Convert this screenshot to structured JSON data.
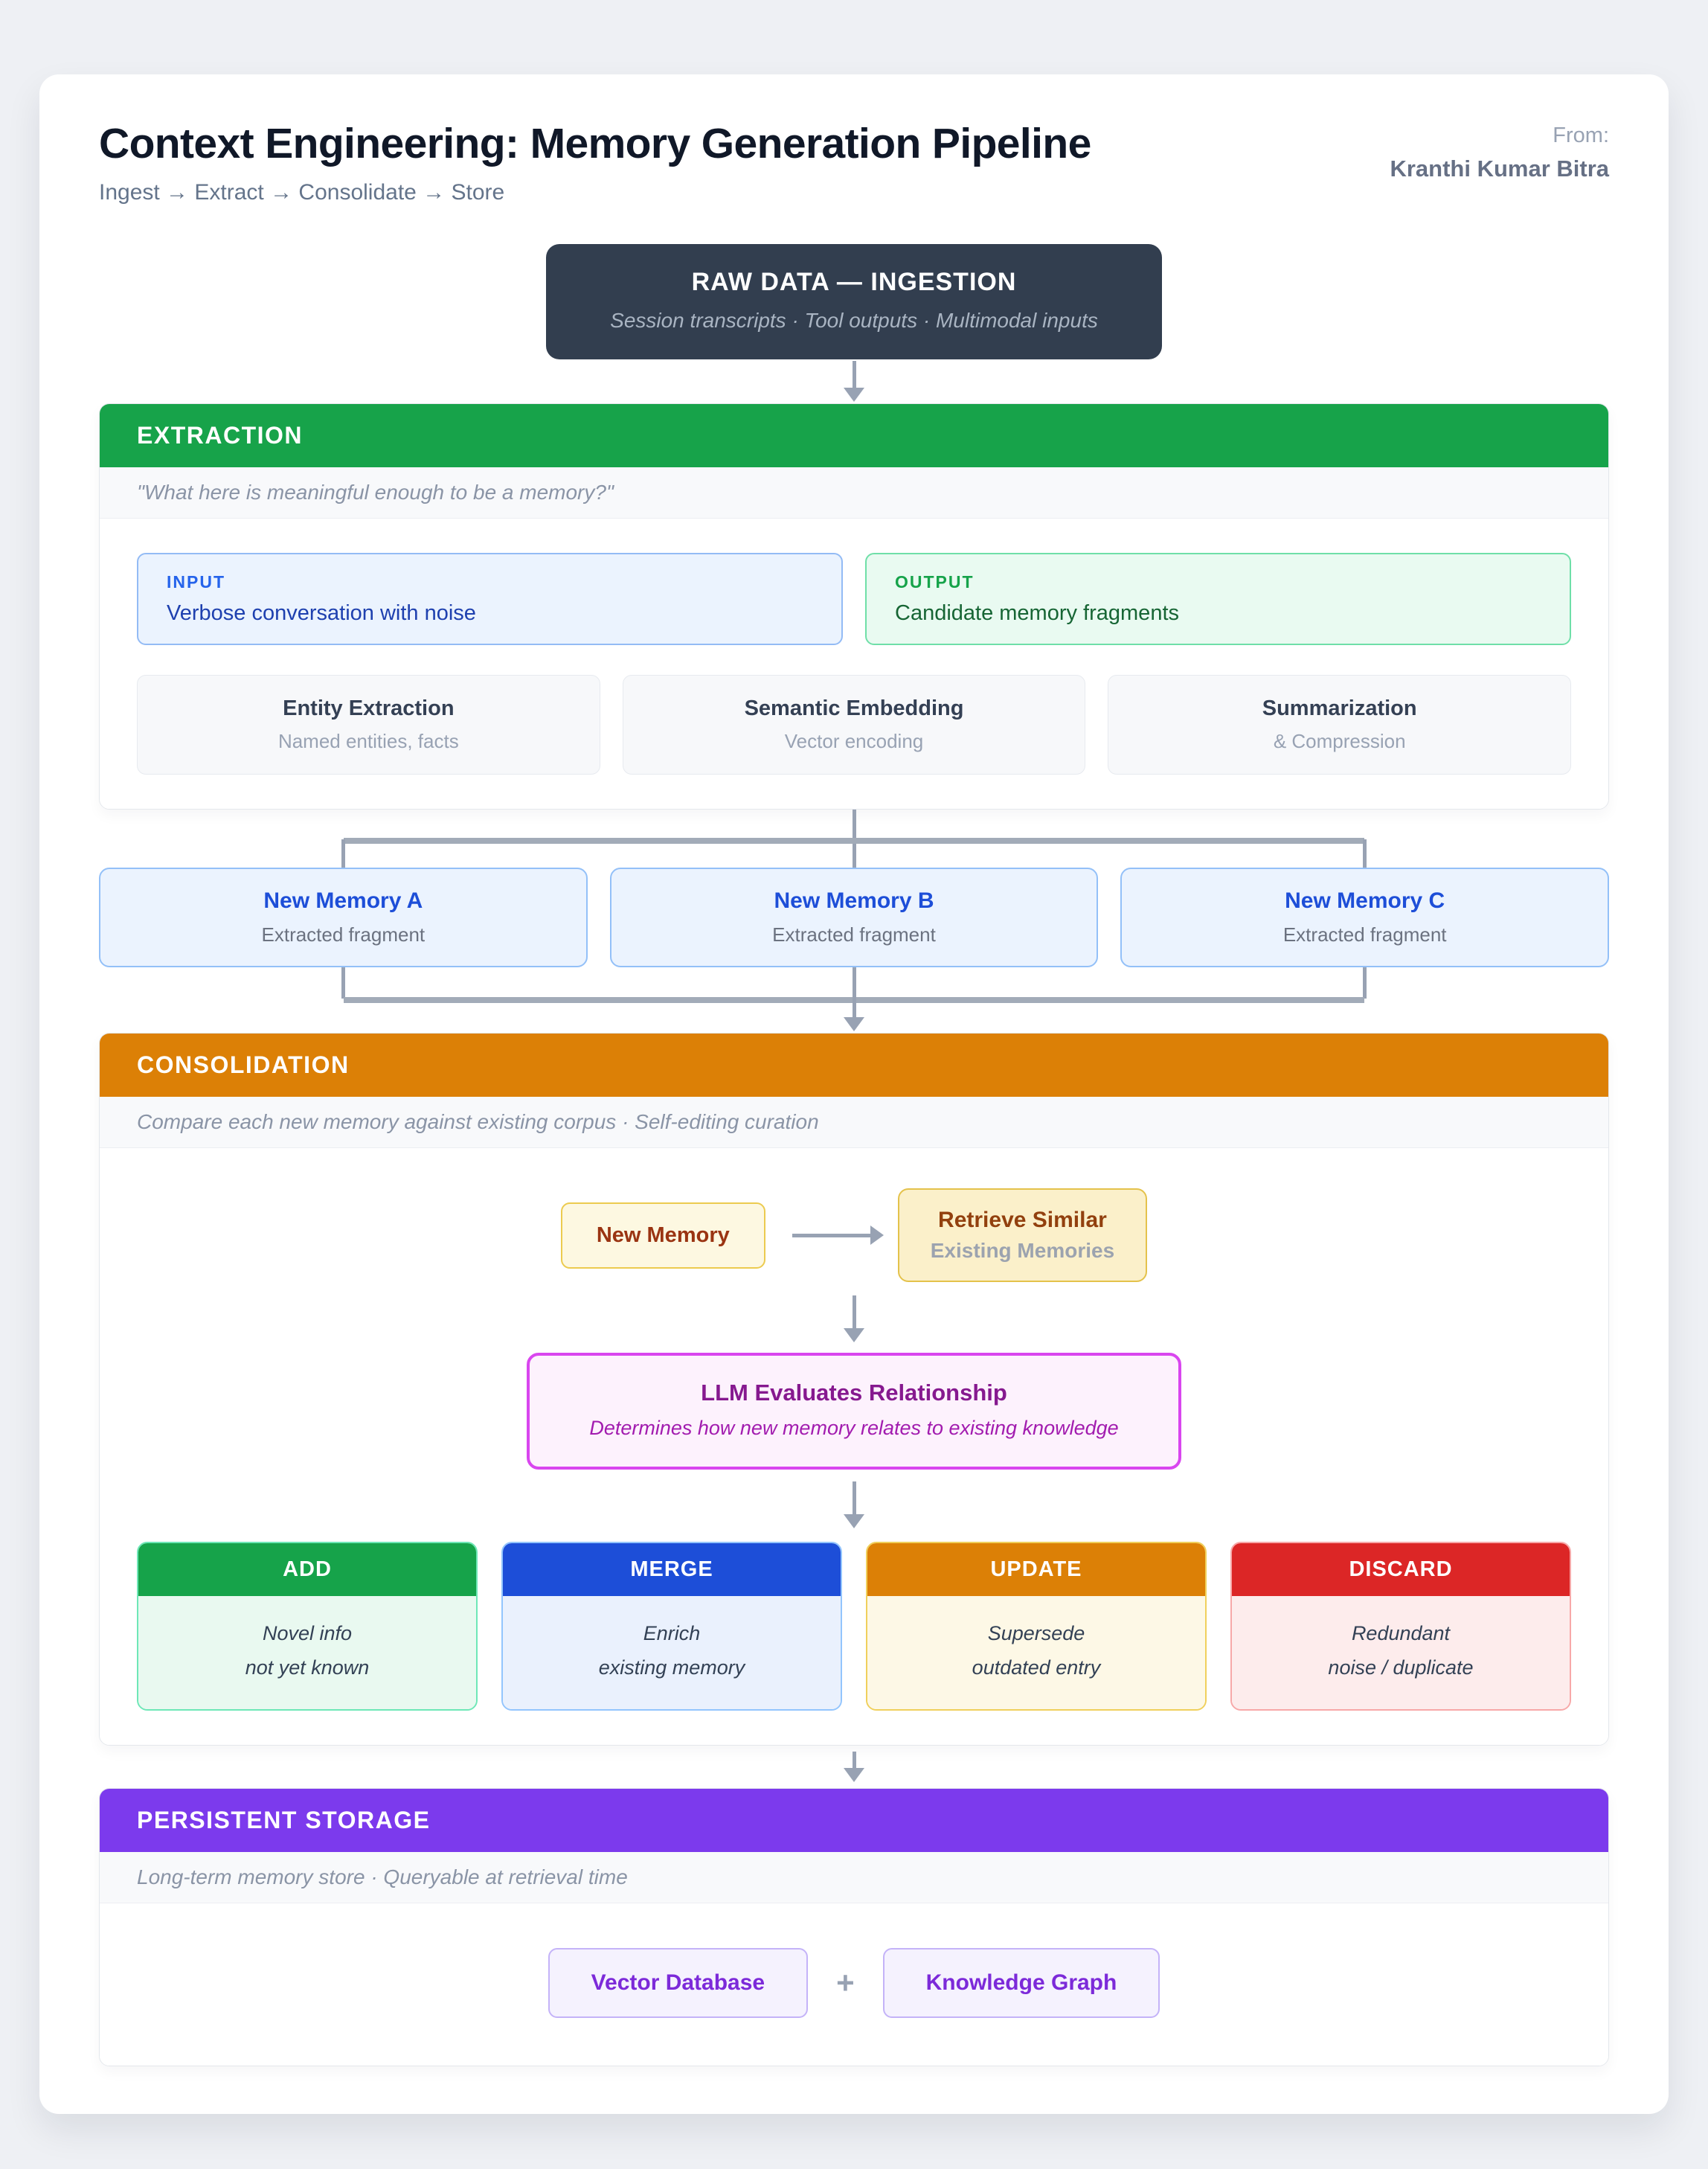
{
  "page": {
    "title": "Context Engineering: Memory Generation Pipeline",
    "subtitle": "Ingest → Extract → Consolidate → Store",
    "from_label": "From:",
    "author": "Kranthi Kumar Bitra"
  },
  "ingestion": {
    "title": "RAW DATA — INGESTION",
    "subtitle": "Session transcripts · Tool outputs · Multimodal inputs"
  },
  "extraction": {
    "header": "EXTRACTION",
    "quote": "\"What here is meaningful enough to be a memory?\"",
    "input": {
      "label": "INPUT",
      "value": "Verbose conversation with noise"
    },
    "output": {
      "label": "OUTPUT",
      "value": "Candidate memory fragments"
    },
    "techniques": [
      {
        "title": "Entity Extraction",
        "subtitle": "Named entities, facts"
      },
      {
        "title": "Semantic Embedding",
        "subtitle": "Vector encoding"
      },
      {
        "title": "Summarization",
        "subtitle": "& Compression"
      }
    ]
  },
  "memories": [
    {
      "title": "New Memory A",
      "subtitle": "Extracted fragment"
    },
    {
      "title": "New Memory B",
      "subtitle": "Extracted fragment"
    },
    {
      "title": "New Memory C",
      "subtitle": "Extracted fragment"
    }
  ],
  "consolidation": {
    "header": "CONSOLIDATION",
    "quote": "Compare each new memory against existing corpus · Self-editing curation",
    "new_memory_label": "New Memory",
    "retrieve": {
      "title": "Retrieve Similar",
      "subtitle": "Existing Memories"
    },
    "llm": {
      "title": "LLM Evaluates Relationship",
      "subtitle": "Determines how new memory relates to existing knowledge"
    },
    "decisions": [
      {
        "label": "ADD",
        "line1": "Novel info",
        "line2": "not yet known",
        "color": "#16a34a"
      },
      {
        "label": "MERGE",
        "line1": "Enrich",
        "line2": "existing memory",
        "color": "#1d4ed8"
      },
      {
        "label": "UPDATE",
        "line1": "Supersede",
        "line2": "outdated entry",
        "color": "#dc8006"
      },
      {
        "label": "DISCARD",
        "line1": "Redundant",
        "line2": "noise / duplicate",
        "color": "#dc2626"
      }
    ]
  },
  "storage": {
    "header": "PERSISTENT STORAGE",
    "quote": "Long-term memory store · Queryable at retrieval time",
    "items": [
      {
        "label": "Vector Database"
      },
      {
        "label": "Knowledge Graph"
      }
    ],
    "plus": "+"
  },
  "colors": {
    "extraction_header": "#17a34a",
    "consolidation_header": "#dc8006",
    "storage_header": "#7c3aed",
    "ingestion_box": "#323e4f",
    "llm_border": "#d946ef",
    "memory_accent": "#1d4ed8",
    "arrow_gray": "#98a2b3"
  }
}
